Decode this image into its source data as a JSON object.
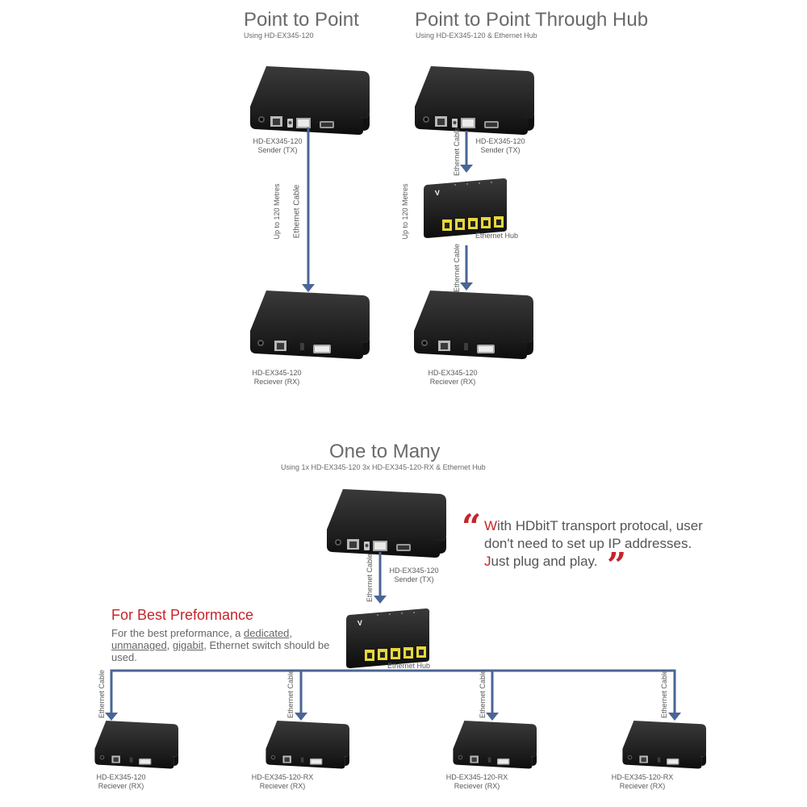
{
  "sections": {
    "p2p": {
      "title": "Point to Point",
      "subtitle": "Using HD-EX345-120"
    },
    "hub": {
      "title": "Point to Point Through Hub",
      "subtitle": "Using HD-EX345-120 & Ethernet Hub"
    },
    "many": {
      "title": "One to Many",
      "subtitle": "Using 1x HD-EX345-120 3x HD-EX345-120-RX & Ethernet Hub"
    }
  },
  "labels": {
    "sender_model": "HD-EX345-120",
    "sender_role": "Sender (TX)",
    "receiver_model": "HD-EX345-120",
    "receiver_model_rx": "HD-EX345-120-RX",
    "receiver_role": "Reciever (RX)",
    "hub": "Ethernet Hub",
    "cable": "Ethernet Cable",
    "distance": "Up to 120 Metres",
    "hub_brand": "V"
  },
  "quote": {
    "open_mark": "“",
    "close_mark": "”",
    "w": "W",
    "line1_rest": "ith HDbitT transport protocal,  user",
    "line2": "don't need to set up IP addresses.",
    "j": "J",
    "line3_rest": "ust plug and play."
  },
  "best": {
    "title": "For Best Preformance",
    "t1": "For the best preformance, a ",
    "dedicated": "dedicated",
    "c1": ", ",
    "unmanaged": "unmanaged",
    "c2": ", ",
    "gigabit": "gigabit",
    "t2": ", Ethernet switch should be used."
  },
  "colors": {
    "arrow": "#4a6596",
    "device": "#1d1d1d",
    "hub_port": "#e8d73a",
    "accent_red": "#c8232a"
  }
}
